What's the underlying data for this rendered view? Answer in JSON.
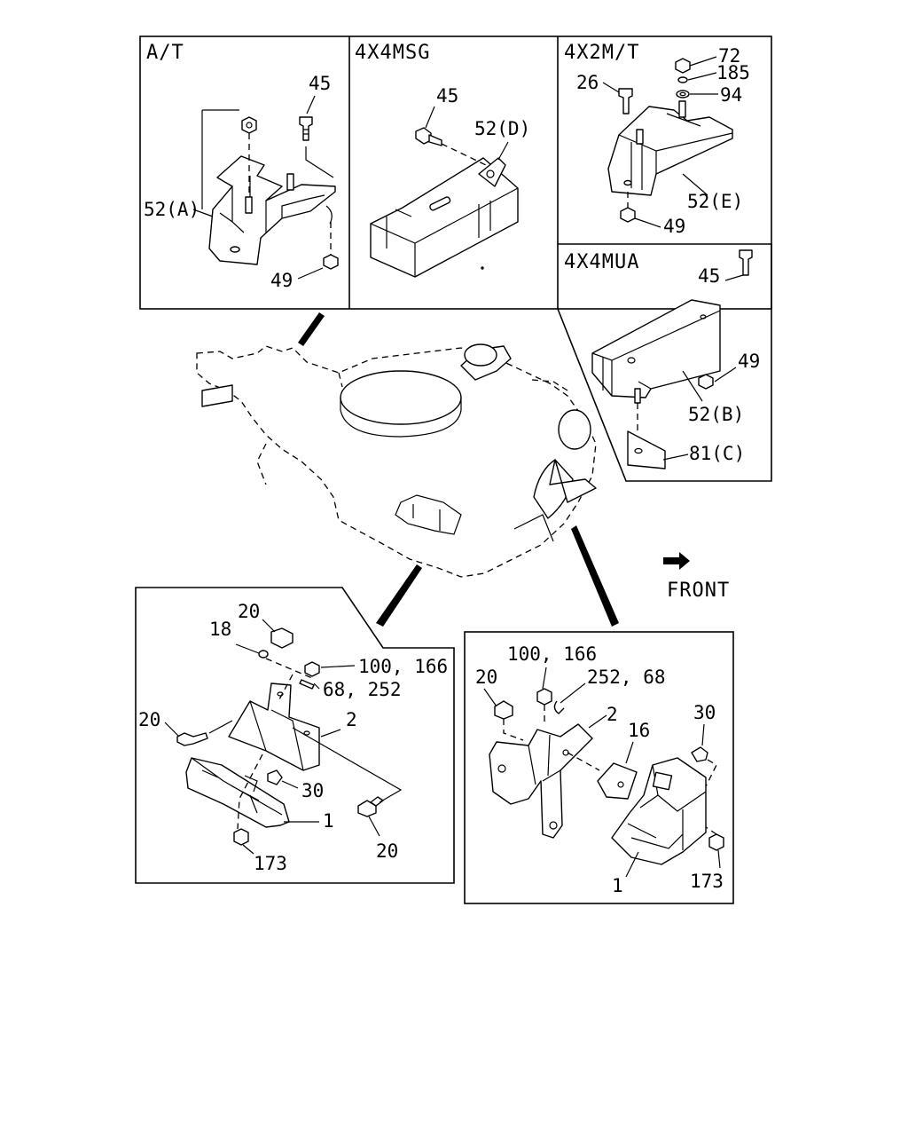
{
  "panels": {
    "at": {
      "title": "A/T",
      "labels": [
        "45",
        "52(A)",
        "49"
      ]
    },
    "msg": {
      "title": "4X4MSG",
      "labels": [
        "45",
        "52(D)"
      ]
    },
    "m2t": {
      "title": "4X2M/T",
      "labels": [
        "72",
        "185",
        "94",
        "26",
        "52(E)",
        "49"
      ]
    },
    "mua": {
      "title": "4X4MUA",
      "labels": [
        "45",
        "49",
        "52(B)",
        "81(C)"
      ]
    },
    "left_mount": {
      "labels": [
        "20",
        "18",
        "100, 166",
        "68, 252",
        "2",
        "20",
        "30",
        "1",
        "20",
        "173"
      ]
    },
    "right_mount": {
      "labels": [
        "100, 166",
        "20",
        "252, 68",
        "2",
        "16",
        "30",
        "1",
        "173"
      ]
    }
  },
  "front_label": "FRONT"
}
